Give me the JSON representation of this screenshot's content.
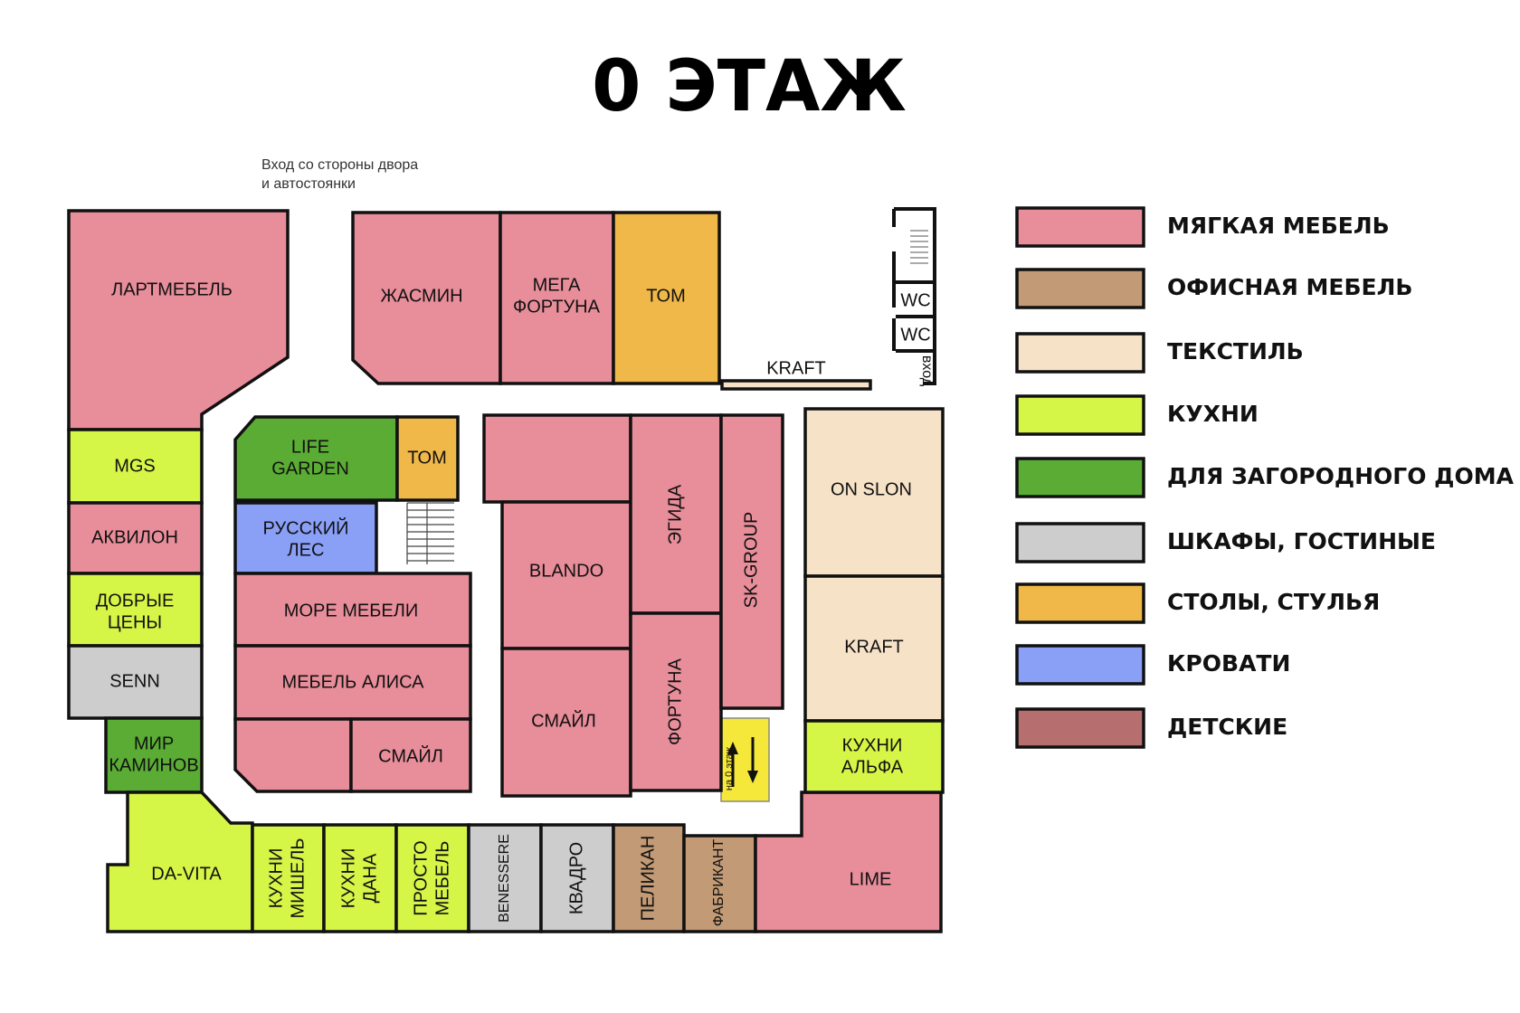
{
  "title": "0 ЭТАЖ",
  "entrance_note": [
    "Вход со стороны двора",
    "и автостоянки"
  ],
  "side_entrance": "вход",
  "wc": [
    "WC",
    "WC"
  ],
  "stair_sign": "на 0 этаж",
  "colors": {
    "soft": "#e88d9a",
    "office": "#c29a75",
    "textile": "#f6e2c7",
    "kitchen": "#d5f547",
    "country": "#5aac34",
    "wardrobe": "#cdcdcd",
    "tables": "#f0b848",
    "beds": "#8aa0f7",
    "kids": "#b76e6f",
    "stairs_sign": "#f6e83a"
  },
  "legend": [
    {
      "cat": "soft",
      "label": "МЯГКАЯ МЕБЕЛЬ"
    },
    {
      "cat": "office",
      "label": "ОФИСНАЯ МЕБЕЛЬ"
    },
    {
      "cat": "textile",
      "label": "ТЕКСТИЛЬ"
    },
    {
      "cat": "kitchen",
      "label": "КУХНИ"
    },
    {
      "cat": "country",
      "label": "ДЛЯ ЗАГОРОДНОГО ДОМА"
    },
    {
      "cat": "wardrobe",
      "label": "ШКАФЫ, ГОСТИНЫЕ"
    },
    {
      "cat": "tables",
      "label": "СТОЛЫ, СТУЛЬЯ"
    },
    {
      "cat": "beds",
      "label": "КРОВАТИ"
    },
    {
      "cat": "kids",
      "label": "ДЕТСКИЕ"
    }
  ],
  "stores": [
    {
      "id": "lartmebel",
      "cat": "soft",
      "lines": [
        "ЛАРТМЕБЕЛЬ"
      ]
    },
    {
      "id": "mgs",
      "cat": "kitchen",
      "lines": [
        "MGS"
      ]
    },
    {
      "id": "akvilon",
      "cat": "soft",
      "lines": [
        "АКВИЛОН"
      ]
    },
    {
      "id": "dobrye-ceny",
      "cat": "kitchen",
      "lines": [
        "ДОБРЫЕ",
        "ЦЕНЫ"
      ]
    },
    {
      "id": "senn",
      "cat": "wardrobe",
      "lines": [
        "SENN"
      ]
    },
    {
      "id": "mir-kaminov",
      "cat": "country",
      "lines": [
        "МИР",
        "КАМИНОВ"
      ]
    },
    {
      "id": "da-vita",
      "cat": "kitchen",
      "lines": [
        "DA-VITA"
      ]
    },
    {
      "id": "kuhni-mishel",
      "cat": "kitchen",
      "lines": [
        "КУХНИ",
        "МИШЕЛЬ"
      ]
    },
    {
      "id": "kuhni-dana",
      "cat": "kitchen",
      "lines": [
        "КУХНИ",
        "ДАНА"
      ]
    },
    {
      "id": "prosto-mebel",
      "cat": "kitchen",
      "lines": [
        "ПРОСТО",
        "МЕБЕЛЬ"
      ]
    },
    {
      "id": "benessere",
      "cat": "wardrobe",
      "lines": [
        "BENESSERE"
      ]
    },
    {
      "id": "kvadro",
      "cat": "wardrobe",
      "lines": [
        "КВАДРО"
      ]
    },
    {
      "id": "pelikan",
      "cat": "office",
      "lines": [
        "ПЕЛИКАН"
      ]
    },
    {
      "id": "fabrikant",
      "cat": "office",
      "lines": [
        "ФАБРИКАНТ"
      ]
    },
    {
      "id": "lime",
      "cat": "soft",
      "lines": [
        "LIME"
      ]
    },
    {
      "id": "zhasmin",
      "cat": "soft",
      "lines": [
        "ЖАСМИН"
      ]
    },
    {
      "id": "mega-fortuna",
      "cat": "soft",
      "lines": [
        "МЕГА",
        "ФОРТУНА"
      ]
    },
    {
      "id": "tom-top",
      "cat": "tables",
      "lines": [
        "ТОМ"
      ]
    },
    {
      "id": "kraft-strip",
      "cat": "textile",
      "lines": [
        "KRAFT"
      ]
    },
    {
      "id": "life-garden",
      "cat": "country",
      "lines": [
        "LIFE",
        "GARDEN"
      ]
    },
    {
      "id": "tom-inner",
      "cat": "tables",
      "lines": [
        "ТОМ"
      ]
    },
    {
      "id": "russkiy-les",
      "cat": "beds",
      "lines": [
        "РУССКИЙ",
        "ЛЕС"
      ]
    },
    {
      "id": "more-mebeli",
      "cat": "soft",
      "lines": [
        "МОРЕ МЕБЕЛИ"
      ]
    },
    {
      "id": "mebel-alisa",
      "cat": "soft",
      "lines": [
        "МЕБЕЛЬ АЛИСА"
      ]
    },
    {
      "id": "unnamed-left",
      "cat": "soft",
      "lines": []
    },
    {
      "id": "smayl-left",
      "cat": "soft",
      "lines": [
        "СМАЙЛ"
      ]
    },
    {
      "id": "unnamed-top",
      "cat": "soft",
      "lines": []
    },
    {
      "id": "blando",
      "cat": "soft",
      "lines": [
        "BLANDO"
      ]
    },
    {
      "id": "smayl-center",
      "cat": "soft",
      "lines": [
        "СМАЙЛ"
      ]
    },
    {
      "id": "egida",
      "cat": "soft",
      "lines": [
        "ЭГИДА"
      ]
    },
    {
      "id": "fortuna",
      "cat": "soft",
      "lines": [
        "ФОРТУНА"
      ]
    },
    {
      "id": "sk-group",
      "cat": "soft",
      "lines": [
        "SK-GROUP"
      ]
    },
    {
      "id": "on-slon",
      "cat": "textile",
      "lines": [
        "ON SLON"
      ]
    },
    {
      "id": "kraft",
      "cat": "textile",
      "lines": [
        "KRAFT"
      ]
    },
    {
      "id": "kuhni-alfa",
      "cat": "kitchen",
      "lines": [
        "КУХНИ",
        "АЛЬФА"
      ]
    }
  ]
}
